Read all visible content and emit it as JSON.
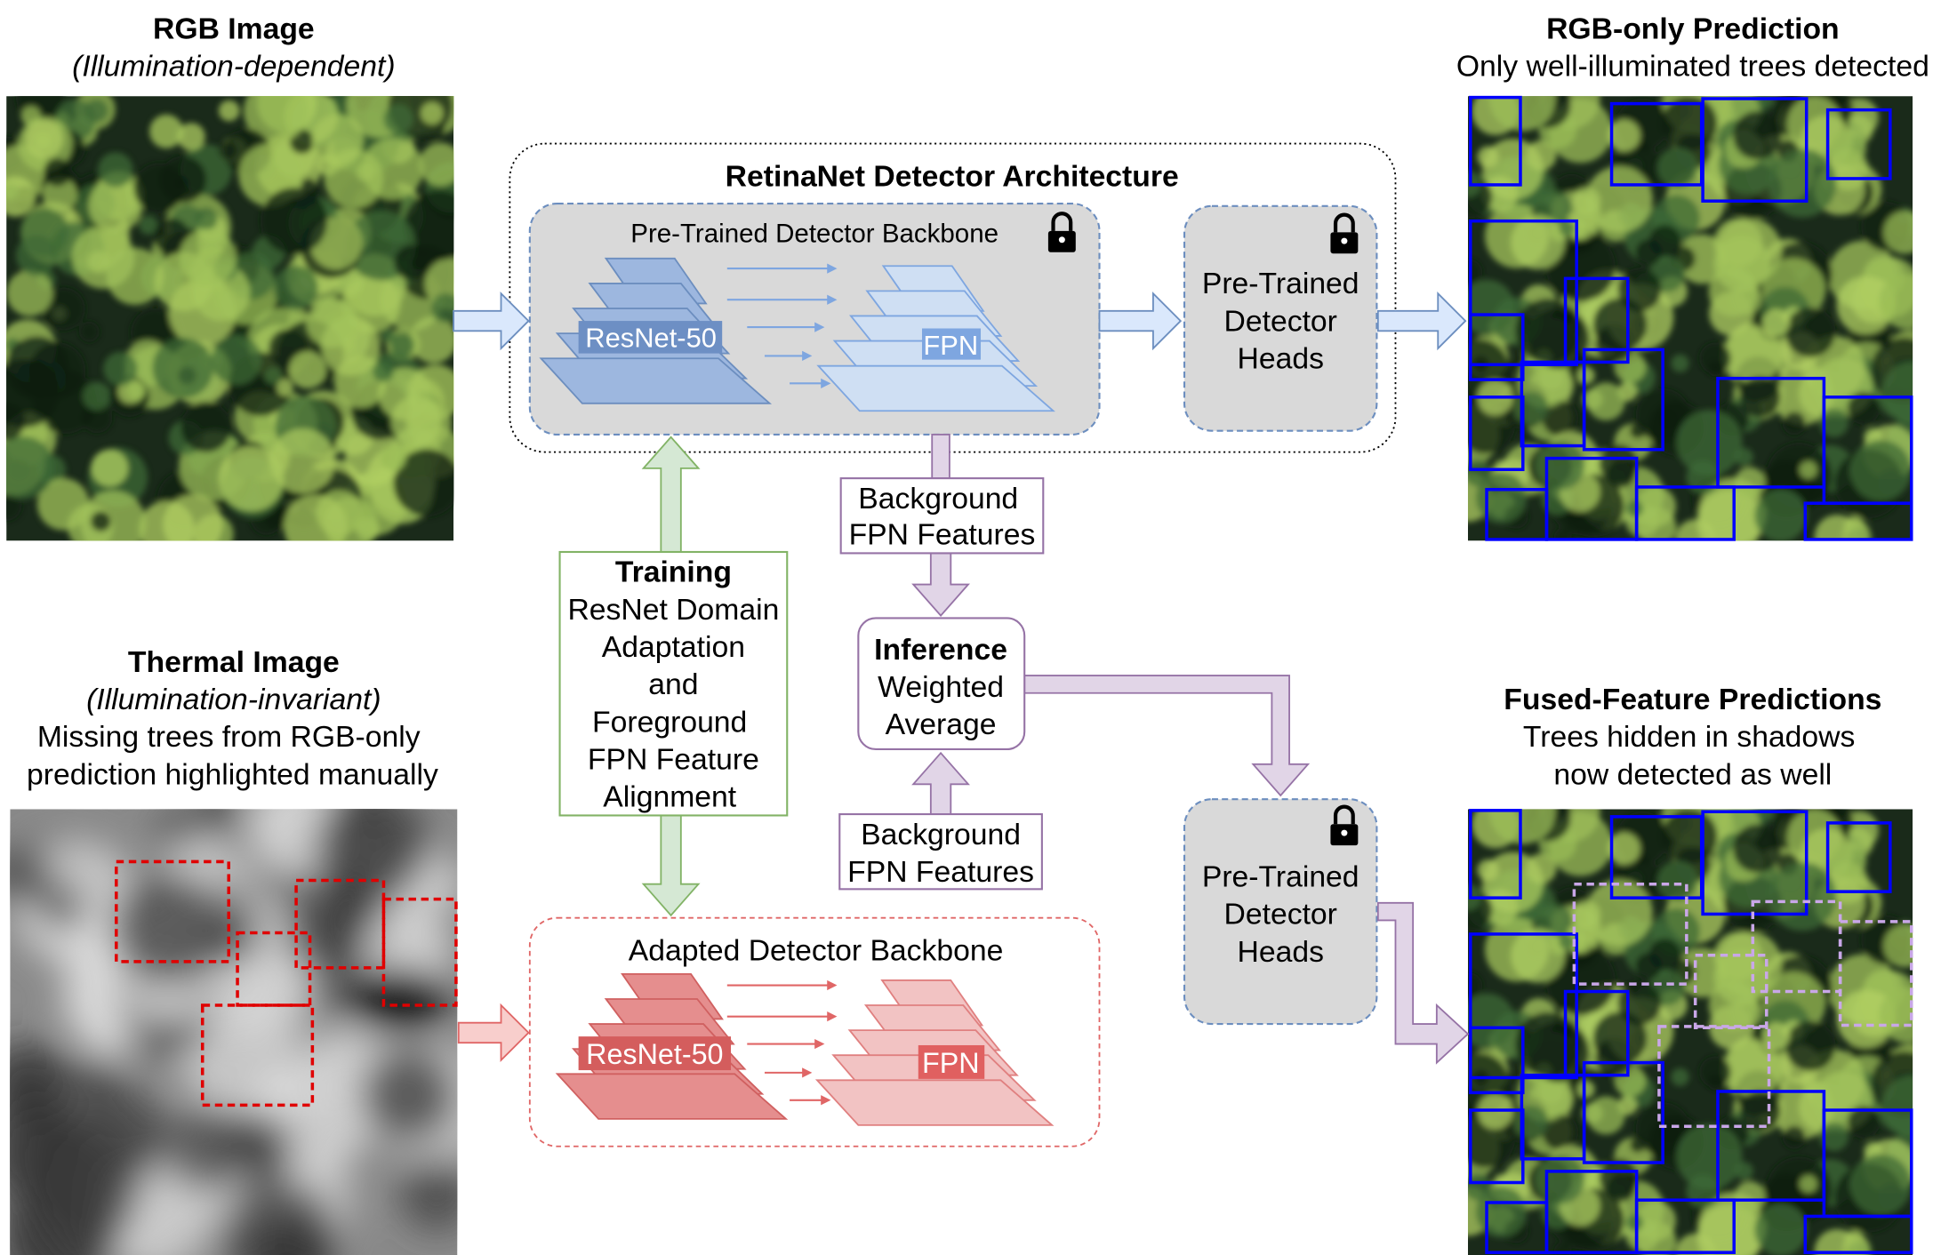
{
  "rgb_image": {
    "title": "RGB Image",
    "subtitle": "(Illumination-dependent)"
  },
  "thermal_image": {
    "title": "Thermal Image",
    "subtitle": "(Illumination-invariant)",
    "note_line1": "Missing trees from RGB-only",
    "note_line2": "prediction highlighted manually"
  },
  "architecture": {
    "title": "RetinaNet Detector Architecture"
  },
  "pretrained_backbone": {
    "title": "Pre-Trained Detector Backbone",
    "resnet": "ResNet-50",
    "fpn": "FPN",
    "icon": "lock-icon"
  },
  "heads_top": {
    "line1": "Pre-Trained",
    "line2": "Detector",
    "line3": "Heads",
    "icon": "lock-icon"
  },
  "heads_bottom": {
    "line1": "Pre-Trained",
    "line2": "Detector",
    "line3": "Heads",
    "icon": "lock-icon"
  },
  "adapted_backbone": {
    "title": "Adapted Detector Backbone",
    "resnet": "ResNet-50",
    "fpn": "FPN"
  },
  "training": {
    "title": "Training",
    "lines": [
      "ResNet Domain",
      "Adaptation",
      "and",
      "Foreground",
      "FPN Feature",
      "Alignment"
    ]
  },
  "bg_features_top": {
    "line1": "Background",
    "line2": "FPN Features"
  },
  "bg_features_bottom": {
    "line1": "Background",
    "line2": "FPN Features"
  },
  "inference": {
    "title": "Inference",
    "line1": "Weighted",
    "line2": "Average"
  },
  "rgb_prediction": {
    "title": "RGB-only Prediction",
    "subtitle": "Only well-illuminated trees detected"
  },
  "fused_prediction": {
    "title": "Fused-Feature Predictions",
    "subtitle_line1": "Trees hidden in shadows",
    "subtitle_line2": "now detected as well"
  },
  "colors": {
    "blue": "#6c8ebf",
    "blue_fill": "#dae8fc",
    "red": "#e06666",
    "red_fill": "#f8cecc",
    "green": "#82b366",
    "green_fill": "#d5e8d4",
    "purple": "#9673a6",
    "purple_fill": "#e1d5e7",
    "box_blue": "#0000ff",
    "grey": "#d9d9d9"
  }
}
